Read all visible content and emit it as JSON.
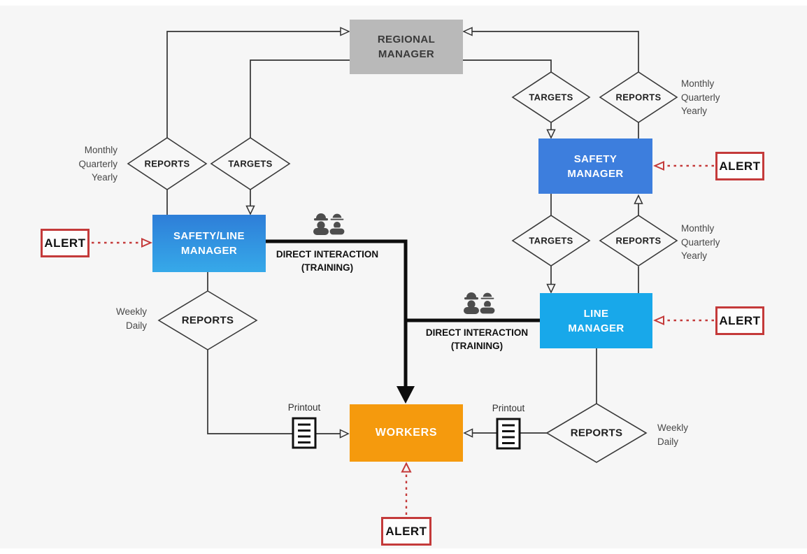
{
  "nodes": {
    "regional_manager": {
      "label": "REGIONAL\nMANAGER",
      "color": "#b9b9b9"
    },
    "safety_manager": {
      "label": "SAFETY\nMANAGER",
      "color": "#3d7edd"
    },
    "line_manager": {
      "label": "LINE\nMANAGER",
      "color": "#18a8ea"
    },
    "safety_line_manager": {
      "label": "SAFETY/LINE\nMANAGER",
      "color_top": "#2e7ed8",
      "color_bottom": "#36a9e9"
    },
    "workers": {
      "label": "WORKERS",
      "color": "#f59a0d"
    }
  },
  "alert_label": "ALERT",
  "diamond_labels": {
    "reports": "REPORTS",
    "targets": "TARGETS"
  },
  "side_labels": {
    "monthly_quarterly_yearly": "Monthly\nQuarterly\nYearly",
    "weekly_daily": "Weekly\nDaily",
    "printout": "Printout",
    "direct_interaction_training": "DIRECT INTERACTION\n(TRAINING)"
  },
  "colors": {
    "background": "#f6f6f6",
    "alert_red": "#c43a3a",
    "connector": "#333333",
    "thick_line": "#0d0d0d",
    "worker_icon_gray": "#4d4d4d"
  }
}
